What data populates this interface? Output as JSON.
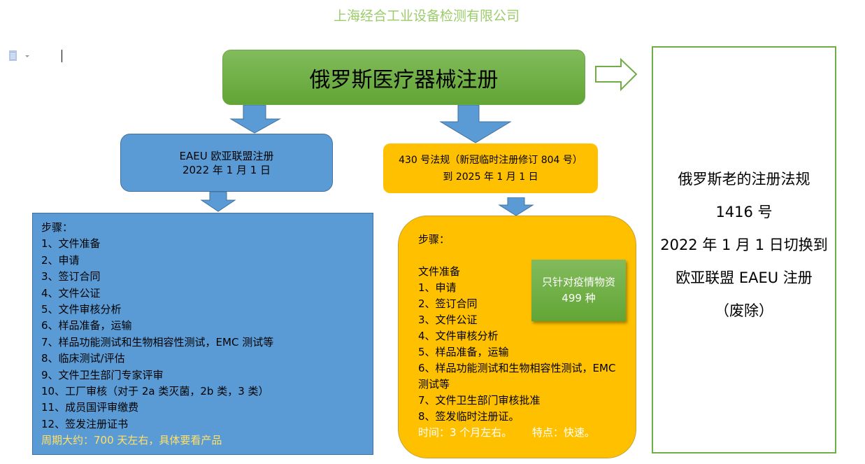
{
  "header": {
    "company": "上海经合工业设备检测有限公司"
  },
  "main": {
    "title": "俄罗斯医疗器械注册"
  },
  "old_rule": {
    "lines": [
      "俄罗斯老的注册法规",
      "1416 号",
      "2022 年 1 月 1 日切换到",
      "欧亚联盟 EAEU 注册",
      "（废除）"
    ]
  },
  "eaeu": {
    "line1": "EAEU 欧亚联盟注册",
    "line2": "2022 年 1 月 1 日",
    "steps_title": "步骤：",
    "steps": [
      "1、文件准备",
      "2、申请",
      "3、签订合同",
      "4、文件公证",
      "5、文件审核分析",
      "6、样品准备，运输",
      "7、样品功能测试和生物相容性测试，EMC 测试等",
      "8、临床测试/评估",
      "9、文件卫生部门专家评审",
      "10、工厂审核（对于 2a 类灭菌，2b 类，3 类）",
      "11、成员国评审缴费",
      "12、签发注册证书"
    ],
    "period": "周期大约：700 天左右，具体要看产品"
  },
  "temp": {
    "line1": "430 号法规（新冠临时注册修订 804 号）",
    "line2": "到 2025 年 1 月 1 日",
    "steps_title": "步骤：",
    "prep": "文件准备",
    "steps": [
      "1、申请",
      "2、签订合同",
      "3、文件公证",
      "4、文件审核分析",
      "5、样品准备，运输",
      "6、样品功能测试和生物相容性测试，EMC 测试等",
      "7、文件卫生部门审核批准",
      "8、签发临时注册证。"
    ],
    "footer": "时间：3 个月左右。      特点：快速。",
    "note_line1": "只针对疫情物资",
    "note_line2": "499 种"
  },
  "colors": {
    "green": "#70ad47",
    "blue": "#5b9bd5",
    "yellow": "#ffc000"
  }
}
